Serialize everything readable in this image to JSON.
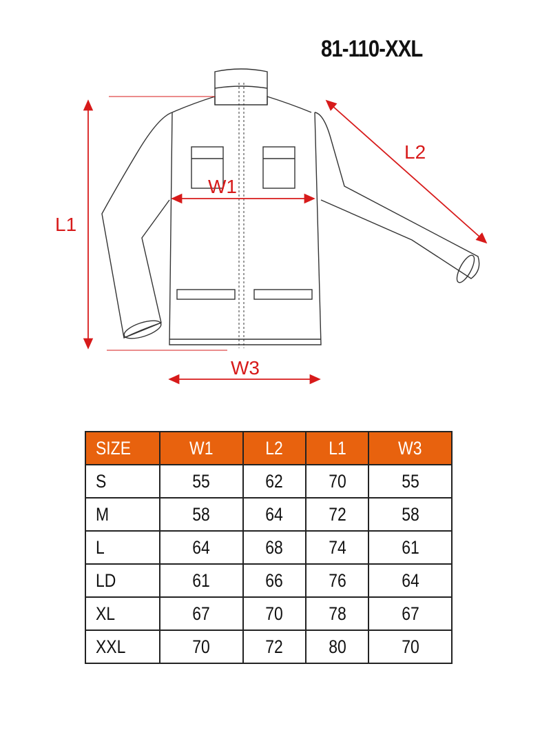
{
  "product_code": "81-110-XXL",
  "accent_color": "#e8620e",
  "dimension_color": "#d71a1a",
  "diagram": {
    "labels": {
      "L1": "L1",
      "L2": "L2",
      "W1": "W1",
      "W3": "W3"
    }
  },
  "size_table": {
    "headers": [
      "SIZE",
      "W1",
      "L2",
      "L1",
      "W3"
    ],
    "rows": [
      [
        "S",
        "55",
        "62",
        "70",
        "55"
      ],
      [
        "M",
        "58",
        "64",
        "72",
        "58"
      ],
      [
        "L",
        "64",
        "68",
        "74",
        "61"
      ],
      [
        "LD",
        "61",
        "66",
        "76",
        "64"
      ],
      [
        "XL",
        "67",
        "70",
        "78",
        "67"
      ],
      [
        "XXL",
        "70",
        "72",
        "80",
        "70"
      ]
    ]
  }
}
